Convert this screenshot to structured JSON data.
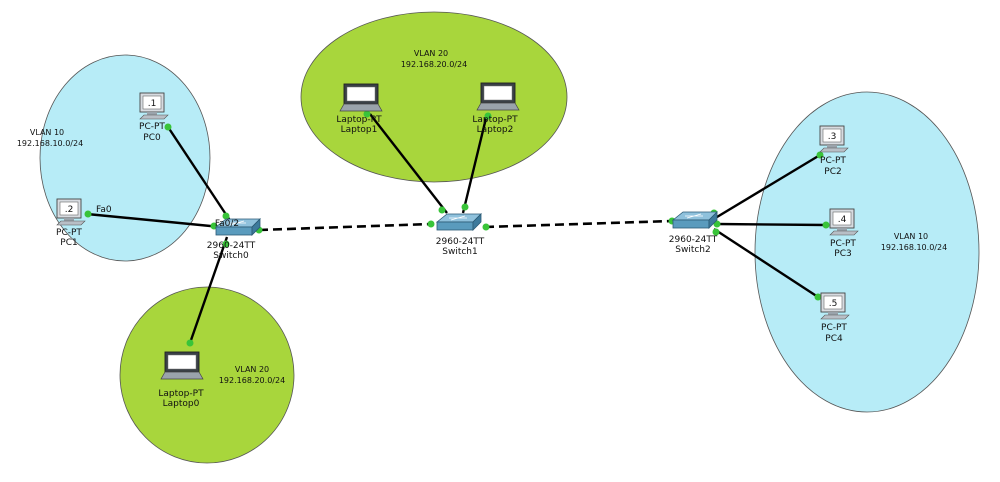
{
  "zones": {
    "vlan10_left": {
      "name": "VLAN 10",
      "subnet": "192.168.10.0/24"
    },
    "vlan20_top": {
      "name": "VLAN 20",
      "subnet": "192.168.20.0/24"
    },
    "vlan20_bottom": {
      "name": "VLAN 20",
      "subnet": "192.168.20.0/24"
    },
    "vlan10_right": {
      "name": "VLAN 10",
      "subnet": "192.168.10.0/24"
    }
  },
  "devices": {
    "pc0": {
      "type": "PC-PT",
      "name": "PC0",
      "ip_tag": ".1"
    },
    "pc1": {
      "type": "PC-PT",
      "name": "PC1",
      "ip_tag": ".2",
      "port": "Fa0"
    },
    "pc2": {
      "type": "PC-PT",
      "name": "PC2",
      "ip_tag": ".3"
    },
    "pc3": {
      "type": "PC-PT",
      "name": "PC3",
      "ip_tag": ".4"
    },
    "pc4": {
      "type": "PC-PT",
      "name": "PC4",
      "ip_tag": ".5"
    },
    "laptop0": {
      "type": "Laptop-PT",
      "name": "Laptop0"
    },
    "laptop1": {
      "type": "Laptop-PT",
      "name": "Laptop1"
    },
    "laptop2": {
      "type": "Laptop-PT",
      "name": "Laptop2"
    },
    "switch0": {
      "model": "2960-24TT",
      "name": "Switch0",
      "port": "Fa0/2"
    },
    "switch1": {
      "model": "2960-24TT",
      "name": "Switch1"
    },
    "switch2": {
      "model": "2960-24TT",
      "name": "Switch2"
    }
  },
  "colors": {
    "vlan10_fill": "#b7ecf7",
    "vlan20_fill": "#a8d63c",
    "link": "#000000",
    "port_light": "#39c439",
    "switch_body": "#5a9bbd"
  }
}
